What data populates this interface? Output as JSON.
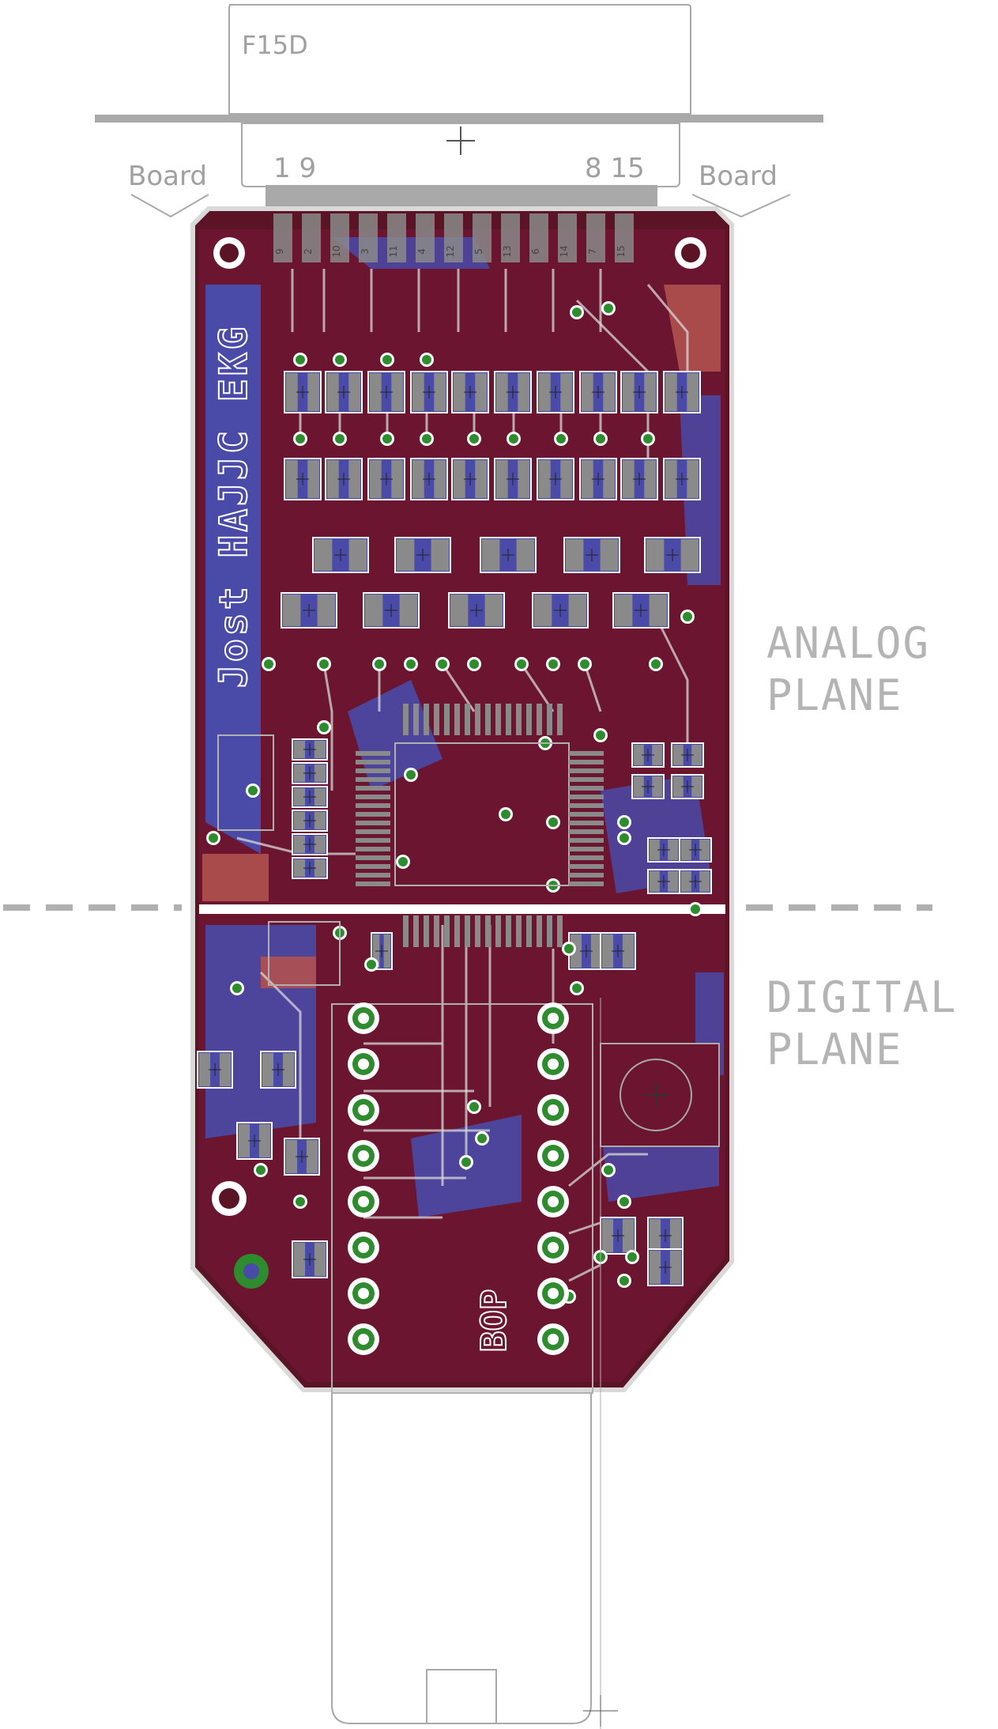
{
  "connector": {
    "name": "F15D",
    "pin_left": "1 9",
    "pin_right": "8 15",
    "pin_numbers": [
      "9",
      "2",
      "10",
      "3",
      "11",
      "4",
      "12",
      "5",
      "13",
      "6",
      "14",
      "7",
      "15"
    ]
  },
  "board_labels": {
    "left": "Board",
    "right": "Board"
  },
  "silkscreen": {
    "side_text": "Jost HAJJC EKG",
    "bottom_text": "BOP"
  },
  "planes": {
    "analog": [
      "ANALOG",
      "PLANE"
    ],
    "digital": [
      "DIGITAL",
      "PLANE"
    ]
  },
  "colors": {
    "copper_top": "#6b1530",
    "copper_bottom": "#4a4aa8",
    "copper_top_light": "#b0504f",
    "pad": "#8a8a8a",
    "via": "#2e8b2e",
    "outline": "#a9a9a9",
    "separator": "#b0b0b0",
    "silk_label": "#a0a0a0"
  }
}
